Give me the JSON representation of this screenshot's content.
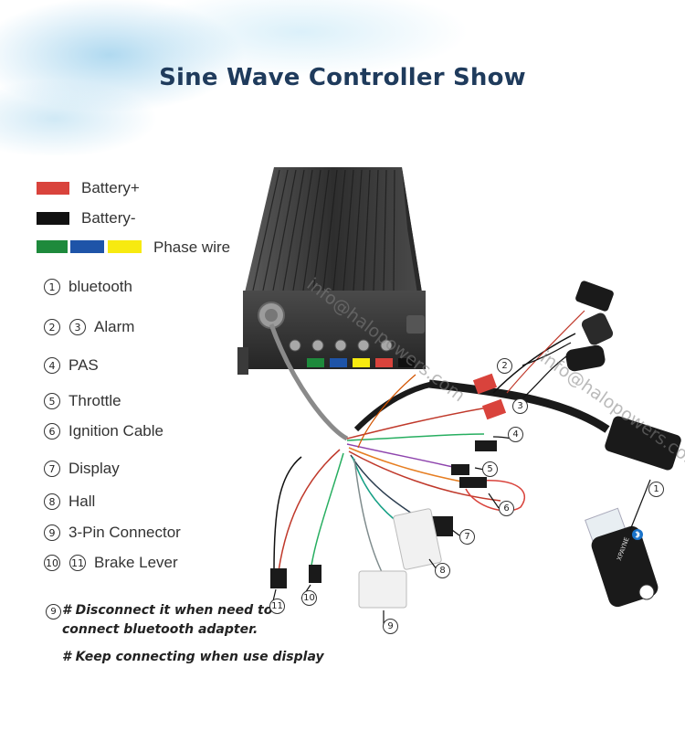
{
  "title": "Sine Wave Controller Show",
  "legend": [
    {
      "label": "Battery+",
      "colors": [
        "#d9433c"
      ]
    },
    {
      "label": "Battery-",
      "colors": [
        "#111111"
      ]
    },
    {
      "label": "Phase wire",
      "colors": [
        "#1e8a3c",
        "#1e54a8",
        "#f7ea10"
      ]
    }
  ],
  "items": [
    {
      "nums": [
        "1"
      ],
      "label": "bluetooth"
    },
    {
      "nums": [
        "2",
        "3"
      ],
      "label": "Alarm"
    },
    {
      "nums": [
        "4"
      ],
      "label": "PAS"
    },
    {
      "nums": [
        "5"
      ],
      "label": "Throttle"
    },
    {
      "nums": [
        "6"
      ],
      "label": "Ignition Cable"
    },
    {
      "nums": [
        "7"
      ],
      "label": "Display"
    },
    {
      "nums": [
        "8"
      ],
      "label": "Hall"
    },
    {
      "nums": [
        "9"
      ],
      "label": "3-Pin Connector"
    },
    {
      "nums": [
        "10",
        "11"
      ],
      "label": "Brake Lever"
    }
  ],
  "notes": {
    "icon_num": "9",
    "line1": "# Disconnect it when need to",
    "line2": "connect bluetooth adapter.",
    "line3": "# Keep connecting when use display"
  },
  "callouts": [
    "2",
    "3",
    "4",
    "5",
    "6",
    "7",
    "8",
    "9",
    "10",
    "11",
    "1"
  ],
  "adapter_text": "XPAYNE",
  "watermark": "info@halopowers.com",
  "colors": {
    "title": "#1f3b5c",
    "controller": "#3a3a3a",
    "bluetooth": "#1a73c9"
  }
}
